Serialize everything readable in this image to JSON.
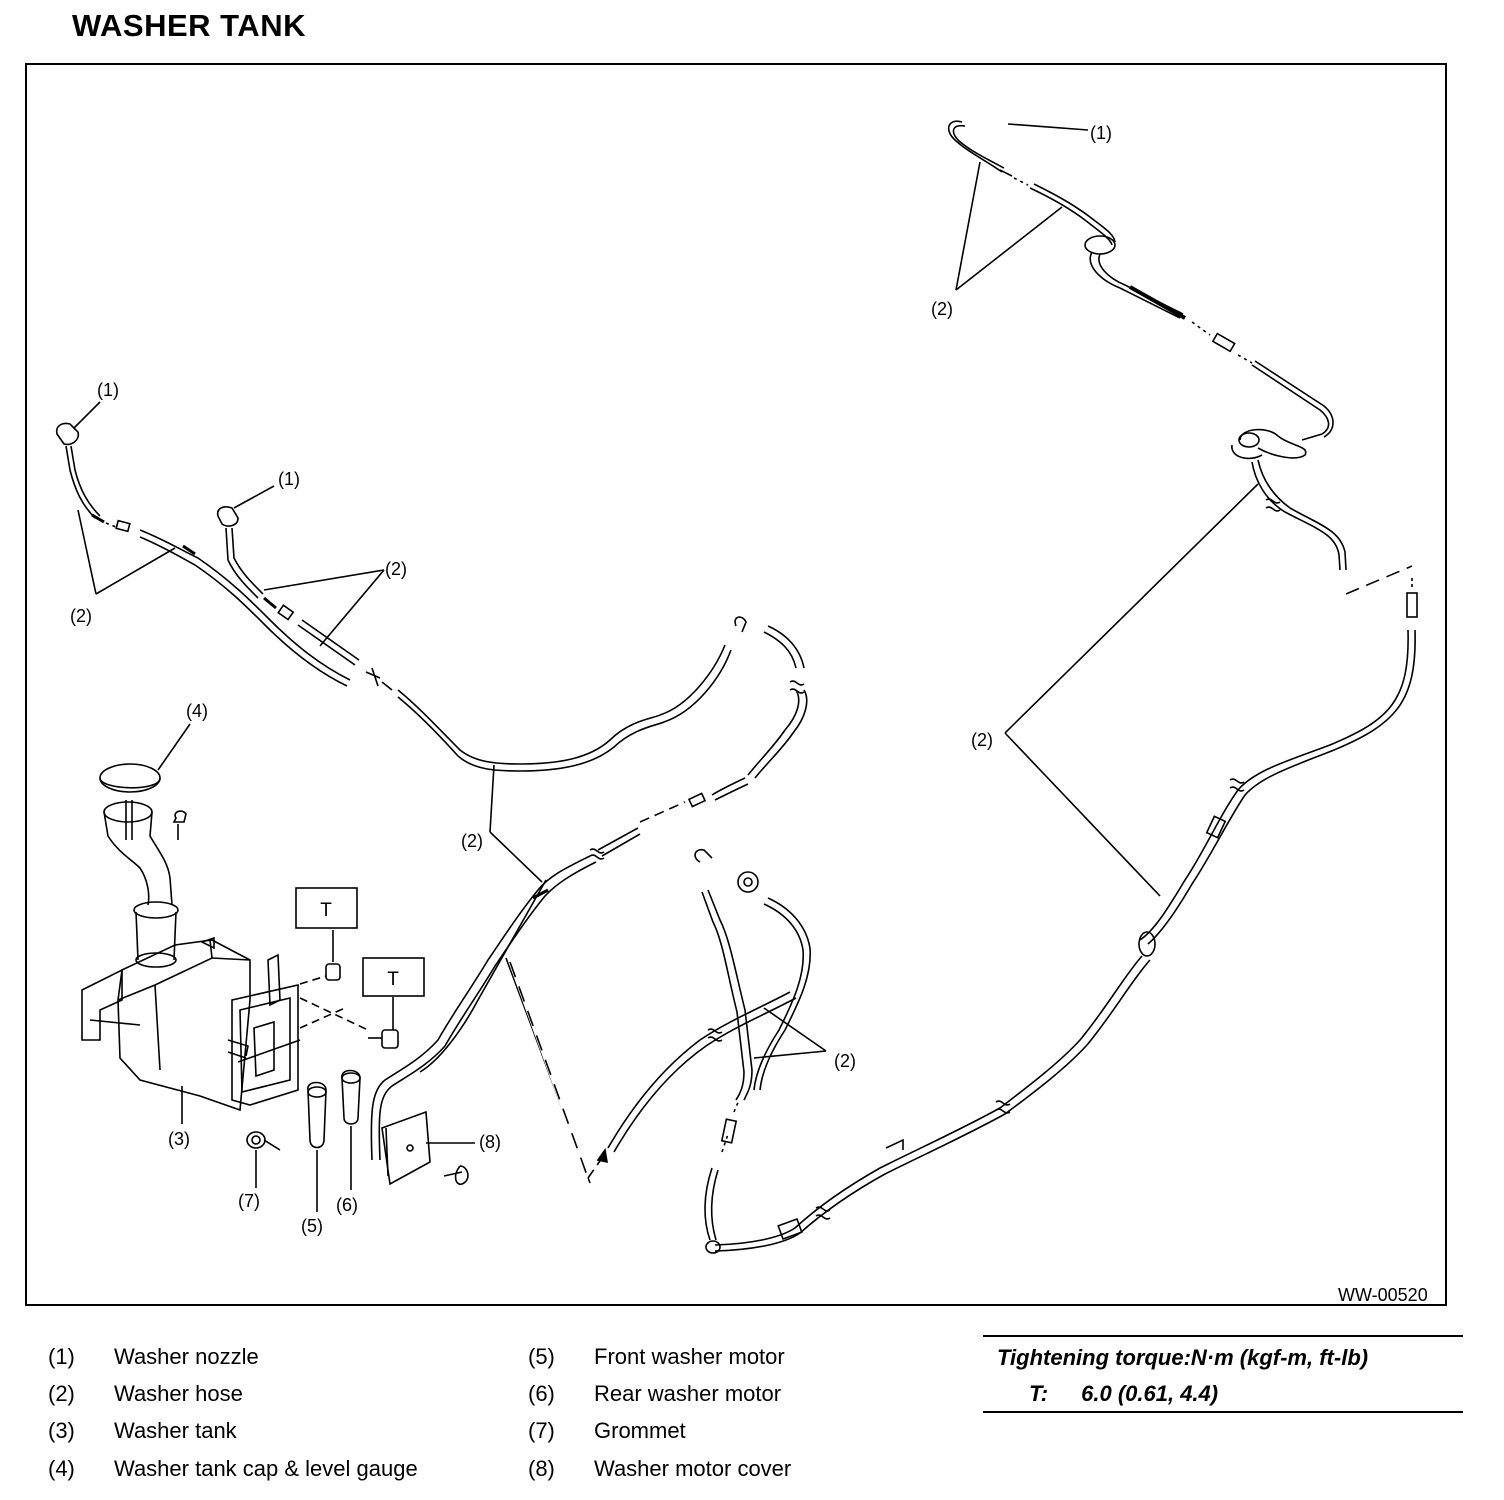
{
  "title": "WASHER TANK",
  "figure_code": "WW-00520",
  "torque_symbol": "T",
  "callouts": {
    "c1": "(1)",
    "c2": "(2)",
    "c3": "(3)",
    "c4": "(4)",
    "c5": "(5)",
    "c6": "(6)",
    "c7": "(7)",
    "c8": "(8)"
  },
  "legend": {
    "left": [
      {
        "num": "(1)",
        "text": "Washer nozzle"
      },
      {
        "num": "(2)",
        "text": "Washer hose"
      },
      {
        "num": "(3)",
        "text": "Washer tank"
      },
      {
        "num": "(4)",
        "text": "Washer tank cap & level gauge"
      }
    ],
    "right": [
      {
        "num": "(5)",
        "text": "Front washer motor"
      },
      {
        "num": "(6)",
        "text": "Rear washer motor"
      },
      {
        "num": "(7)",
        "text": "Grommet"
      },
      {
        "num": "(8)",
        "text": "Washer motor cover"
      }
    ]
  },
  "torque": {
    "heading": "Tightening torque:N·m (kgf-m, ft-lb)",
    "symbol": "T:",
    "value": "6.0 (0.61, 4.4)"
  }
}
